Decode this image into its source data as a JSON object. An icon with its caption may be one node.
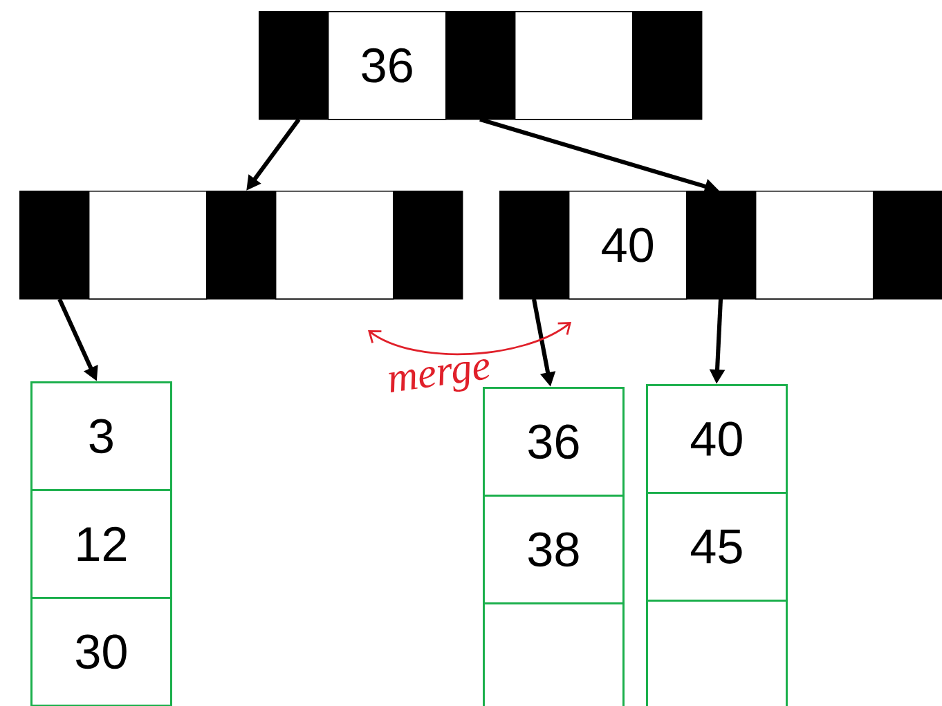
{
  "diagram": {
    "nodes": [
      {
        "text": [],
        "shape": "box"
      },
      {
        "text": [],
        "shape": "box",
        "in": 0
      },
      {
        "text": [
          "36"
        ],
        "in": 0
      },
      {
        "text": [],
        "shape": "box",
        "in": 0
      },
      {
        "text": [],
        "shape": "box",
        "in": 0
      },
      {
        "text": [],
        "shape": "box",
        "in": 0
      },
      {
        "text": [],
        "shape": "box"
      },
      {
        "text": [],
        "shape": "box",
        "in": 6
      },
      {
        "text": [],
        "shape": "box",
        "in": 6
      },
      {
        "text": [],
        "shape": "box",
        "in": 6
      },
      {
        "text": [],
        "shape": "box",
        "in": 6
      },
      {
        "text": [],
        "shape": "box",
        "in": 6
      },
      {
        "text": [],
        "shape": "box"
      },
      {
        "text": [],
        "shape": "box",
        "in": 12
      },
      {
        "text": [
          "40"
        ],
        "in": 12
      },
      {
        "text": [],
        "shape": "box",
        "in": 12
      },
      {
        "text": [],
        "shape": "box",
        "in": 12
      },
      {
        "text": [],
        "shape": "box",
        "in": 12
      },
      {
        "text": [],
        "shape": "box"
      },
      {
        "text": [
          "3"
        ],
        "in": 18
      },
      {
        "text": [
          "12"
        ],
        "in": 18
      },
      {
        "text": [
          "30"
        ],
        "in": 18
      },
      {
        "text": [],
        "shape": "box"
      },
      {
        "text": [
          "36"
        ],
        "in": 22
      },
      {
        "text": [
          "38"
        ],
        "in": 22
      },
      {
        "text": [],
        "shape": "box",
        "in": 22
      },
      {
        "text": [],
        "shape": "box"
      },
      {
        "text": [
          "40"
        ],
        "in": 26
      },
      {
        "text": [
          "45"
        ],
        "in": 26
      },
      {
        "text": [],
        "shape": "box",
        "in": 26
      }
    ],
    "edges": [
      {
        "from": 1,
        "to": 6,
        "arrow": "to"
      },
      {
        "from": 3,
        "to": 12,
        "arrow": "to"
      },
      {
        "from": 7,
        "to": 18,
        "arrow": "to"
      },
      {
        "from": 13,
        "to": 22,
        "arrow": "to"
      },
      {
        "from": 15,
        "to": 26,
        "arrow": "to"
      }
    ],
    "labels": [
      "merge"
    ]
  }
}
